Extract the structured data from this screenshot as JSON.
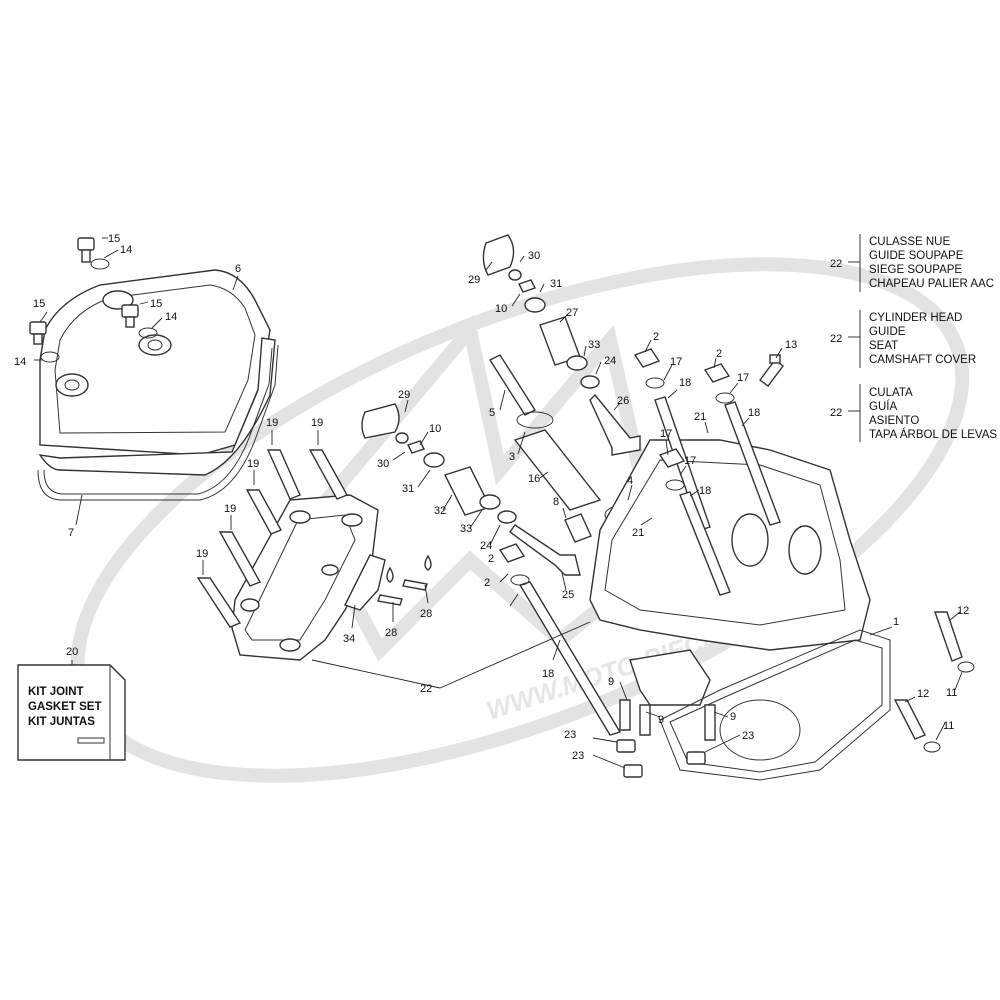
{
  "legend": [
    {
      "ref": "22",
      "lines": [
        "CULASSE NUE",
        "GUIDE SOUPAPE",
        "SIEGE SOUPAPE",
        "CHAPEAU PALIER AAC"
      ]
    },
    {
      "ref": "22",
      "lines": [
        "CYLINDER HEAD",
        "GUIDE",
        "SEAT",
        "CAMSHAFT COVER"
      ]
    },
    {
      "ref": "22",
      "lines": [
        "CULATA",
        "GUÍA",
        "ASIENTO",
        "TAPA ÁRBOL DE LEVAS"
      ]
    }
  ],
  "kit_box": {
    "ref": "20",
    "lines": [
      "KIT JOINT",
      "GASKET SET",
      "KIT JUNTAS"
    ]
  },
  "watermark": {
    "text": "WWW.MOTO-PIECES.FR"
  },
  "callouts": [
    "15",
    "14",
    "15",
    "15",
    "14",
    "14",
    "6",
    "7",
    "19",
    "19",
    "19",
    "19",
    "19",
    "29",
    "10",
    "30",
    "31",
    "32",
    "33",
    "24",
    "34",
    "28",
    "28",
    "29",
    "30",
    "31",
    "10",
    "27",
    "33",
    "24",
    "5",
    "3",
    "16",
    "26",
    "8",
    "2",
    "17",
    "25",
    "2",
    "17",
    "18",
    "2",
    "2",
    "17",
    "17",
    "18",
    "18",
    "13",
    "21",
    "21",
    "4",
    "1",
    "12",
    "11",
    "12",
    "11",
    "18",
    "9",
    "9",
    "9",
    "23",
    "23",
    "23",
    "20",
    "22"
  ]
}
